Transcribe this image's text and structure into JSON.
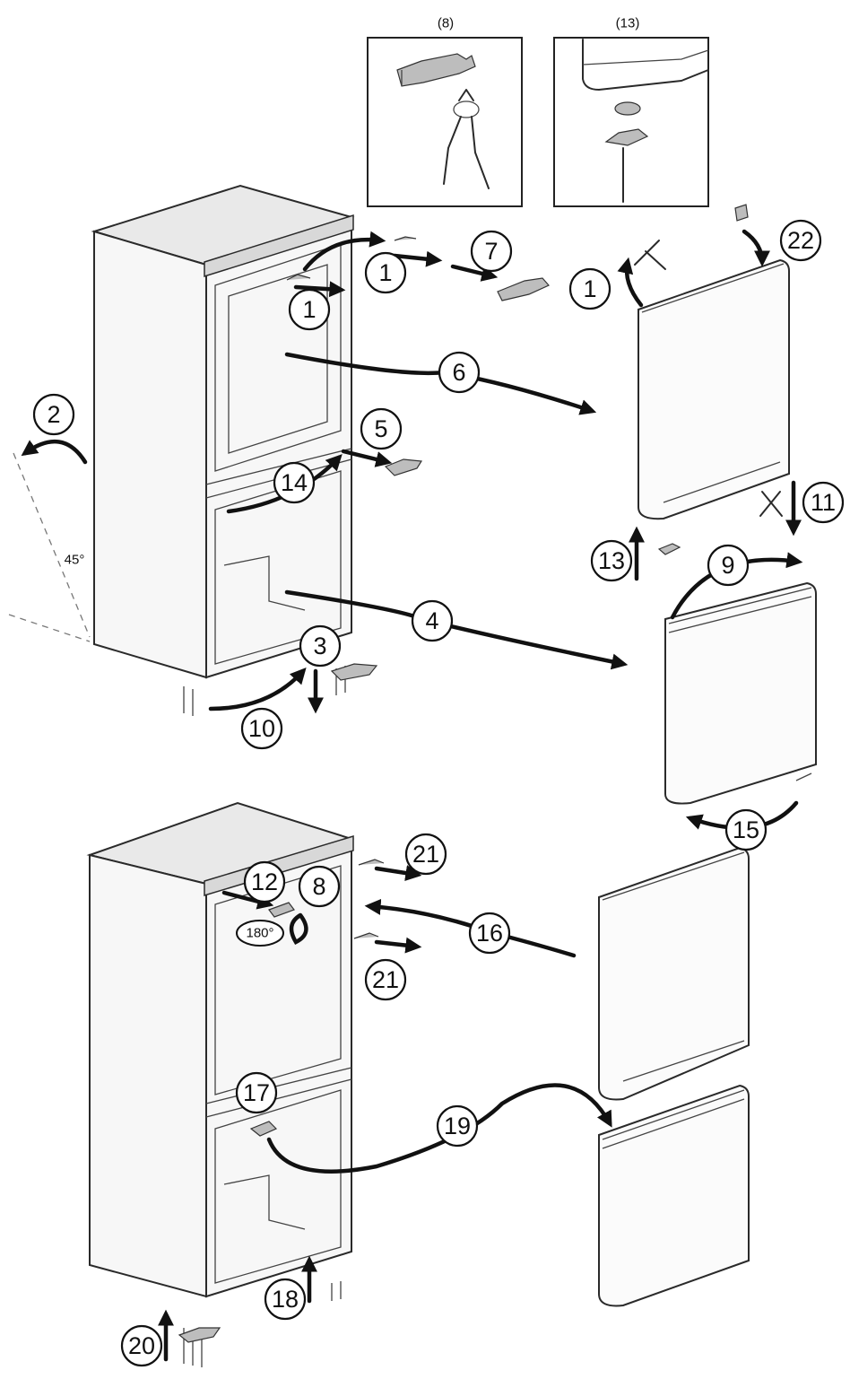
{
  "detail_boxes": [
    {
      "id": "detail-8",
      "label": "(8)"
    },
    {
      "id": "detail-13",
      "label": "(13)"
    }
  ],
  "steps": [
    {
      "id": "step-1a",
      "label": "1"
    },
    {
      "id": "step-1b",
      "label": "1"
    },
    {
      "id": "step-1c",
      "label": "1"
    },
    {
      "id": "step-2",
      "label": "2"
    },
    {
      "id": "step-3",
      "label": "3"
    },
    {
      "id": "step-4",
      "label": "4"
    },
    {
      "id": "step-5",
      "label": "5"
    },
    {
      "id": "step-6",
      "label": "6"
    },
    {
      "id": "step-7",
      "label": "7"
    },
    {
      "id": "step-8",
      "label": "8"
    },
    {
      "id": "step-9",
      "label": "9"
    },
    {
      "id": "step-10",
      "label": "10"
    },
    {
      "id": "step-11",
      "label": "11"
    },
    {
      "id": "step-12",
      "label": "12"
    },
    {
      "id": "step-13",
      "label": "13"
    },
    {
      "id": "step-14",
      "label": "14"
    },
    {
      "id": "step-15",
      "label": "15"
    },
    {
      "id": "step-16",
      "label": "16"
    },
    {
      "id": "step-17",
      "label": "17"
    },
    {
      "id": "step-18",
      "label": "18"
    },
    {
      "id": "step-19",
      "label": "19"
    },
    {
      "id": "step-20",
      "label": "20"
    },
    {
      "id": "step-21a",
      "label": "21"
    },
    {
      "id": "step-21b",
      "label": "21"
    },
    {
      "id": "step-22",
      "label": "22"
    }
  ],
  "angle_label": "45°",
  "rotation_label": "180°"
}
